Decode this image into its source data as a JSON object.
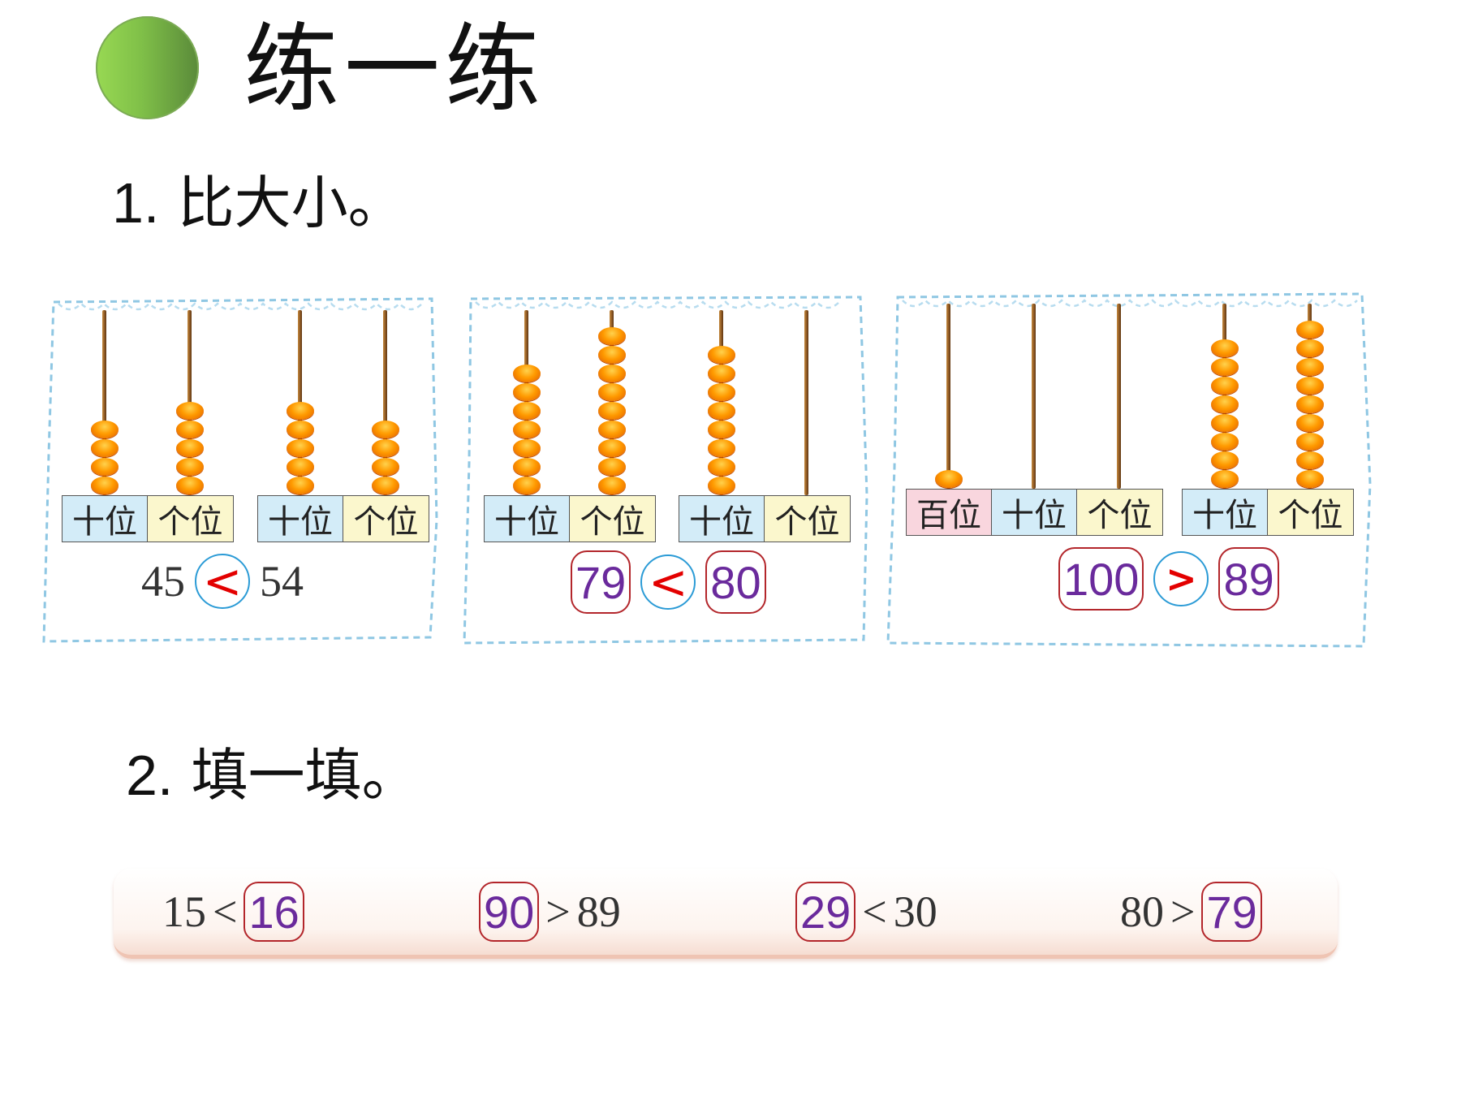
{
  "title": "练一练",
  "section1": {
    "num": "1.",
    "label": "比大小。"
  },
  "section2": {
    "num": "2.",
    "label": "填一填。"
  },
  "place_labels": {
    "hundreds": "百位",
    "tens": "十位",
    "ones": "个位"
  },
  "colors": {
    "bead": "#ff9a00",
    "answer_box": "#b3262b",
    "answer_text": "#6a2a9c",
    "symbol_red": "#e30000",
    "circle_blue": "#2b9bd6"
  },
  "panels": [
    {
      "abacuses": [
        {
          "rods": [
            {
              "place": "tens",
              "beads": 4
            },
            {
              "place": "ones",
              "beads": 5
            }
          ]
        },
        {
          "rods": [
            {
              "place": "tens",
              "beads": 5
            },
            {
              "place": "ones",
              "beads": 4
            }
          ]
        }
      ],
      "left": "45",
      "symbol": "<",
      "right": "54"
    },
    {
      "abacuses": [
        {
          "rods": [
            {
              "place": "tens",
              "beads": 7
            },
            {
              "place": "ones",
              "beads": 9
            }
          ]
        },
        {
          "rods": [
            {
              "place": "tens",
              "beads": 8
            },
            {
              "place": "ones",
              "beads": 0
            }
          ]
        }
      ],
      "left": "79",
      "symbol": "<",
      "right": "80"
    },
    {
      "abacuses": [
        {
          "rods": [
            {
              "place": "hundreds",
              "beads": 1
            },
            {
              "place": "tens",
              "beads": 0
            },
            {
              "place": "ones",
              "beads": 0
            }
          ]
        },
        {
          "rods": [
            {
              "place": "tens",
              "beads": 8
            },
            {
              "place": "ones",
              "beads": 9
            }
          ]
        }
      ],
      "left": "100",
      "symbol": ">",
      "right": "89"
    }
  ],
  "fill": [
    {
      "left": "15",
      "symbol": "<",
      "right": "16"
    },
    {
      "left": "90",
      "symbol": ">",
      "right": "89"
    },
    {
      "left": "29",
      "symbol": "<",
      "right": "30"
    },
    {
      "left": "80",
      "symbol": ">",
      "right": "79"
    }
  ]
}
